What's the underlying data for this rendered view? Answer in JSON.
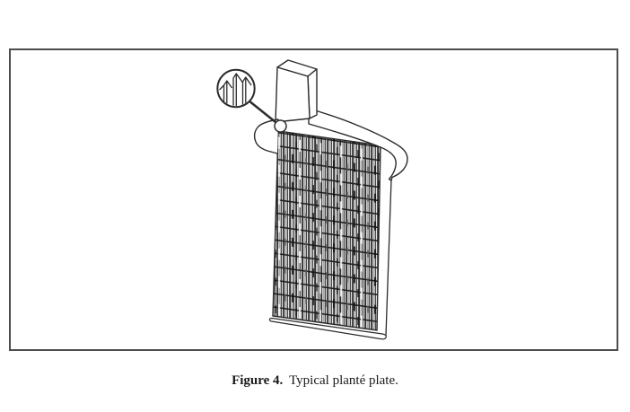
{
  "figure": {
    "caption_label": "Figure 4.",
    "caption_text": "Typical planté plate.",
    "drawing": {
      "subject": "plante-plate",
      "parts": [
        "grooved-plate-face",
        "terminal-lug",
        "top-flange",
        "left-flange",
        "magnified-groove-detail",
        "leader-line",
        "plate-bottom-edge"
      ]
    }
  },
  "colors": {
    "background": "#ffffff",
    "border": "#4d4d4d",
    "ink": "#2b2b2b"
  }
}
